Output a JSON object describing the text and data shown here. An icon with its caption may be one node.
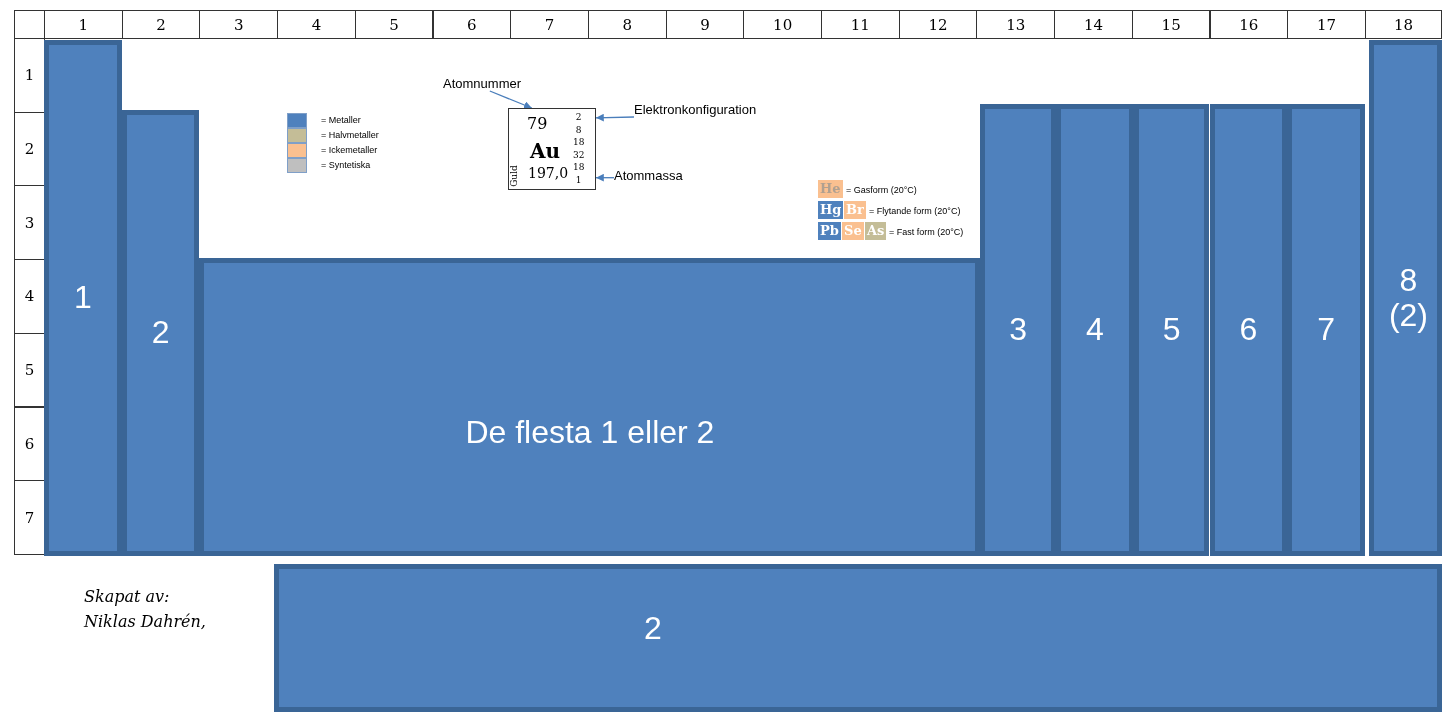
{
  "diagram": {
    "nodes": [
      {
        "text": [
          "1"
        ]
      },
      {
        "text": [
          "2"
        ]
      },
      {
        "text": [
          "De flesta 1 eller 2"
        ]
      },
      {
        "text": [
          "3"
        ]
      },
      {
        "text": [
          "4"
        ]
      },
      {
        "text": [
          "5"
        ]
      },
      {
        "text": [
          "6"
        ]
      },
      {
        "text": [
          "7"
        ]
      },
      {
        "text": [
          "8 (2)"
        ]
      },
      {
        "text": [
          "2"
        ]
      },
      {
        "text": [
          "79",
          "2 8 18 32 18 1",
          "Au",
          "Guld",
          "197,0"
        ]
      },
      {
        "text": [
          "Atomnummer"
        ]
      },
      {
        "text": [
          "Elektronkonfiguration"
        ]
      },
      {
        "text": [
          "Atommassa"
        ]
      }
    ],
    "edges": [
      {
        "from": 11,
        "to": 10,
        "arrow": "to"
      },
      {
        "from": 12,
        "to": 10,
        "arrow": "to"
      },
      {
        "from": 13,
        "to": 10,
        "arrow": "to"
      }
    ],
    "labels": [
      "1",
      "2",
      "3",
      "4",
      "5",
      "6",
      "7",
      "8",
      "9",
      "10",
      "11",
      "12",
      "13",
      "14",
      "15",
      "16",
      "17",
      "18",
      "1",
      "2",
      "3",
      "4",
      "5",
      "6",
      "7",
      "He",
      "= Gasform (20°C)",
      "Hg",
      "Br",
      "= Flytande form (20°C)",
      "Pb",
      "Se",
      "As",
      "= Fast form (20°C)",
      "Skapat av: Niklas Dahrén,"
    ],
    "legend": [
      {
        "text": "= Metaller",
        "color": "#4f81bd"
      },
      {
        "text": "= Halvmetaller",
        "color": "#c4bd97"
      },
      {
        "text": "= Ickemetaller",
        "color": "#fac090"
      },
      {
        "text": "= Syntetiska",
        "color": "#bfbfbf"
      }
    ]
  }
}
